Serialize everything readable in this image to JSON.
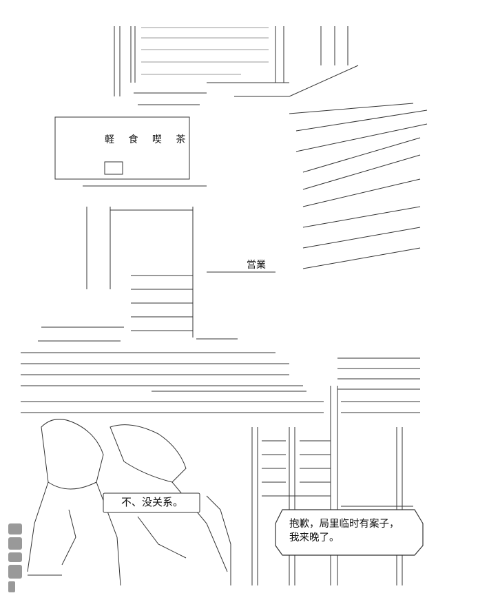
{
  "sign_text": "不、没关系。",
  "shop_name": "軽 食 喫 茶",
  "shop_status": "営業",
  "speech_text": "抱歉，局里临时有案子，\n我来晚了。",
  "colors": {
    "ink": "#222222",
    "background": "#ffffff",
    "watermark": "#8a8a8a"
  }
}
